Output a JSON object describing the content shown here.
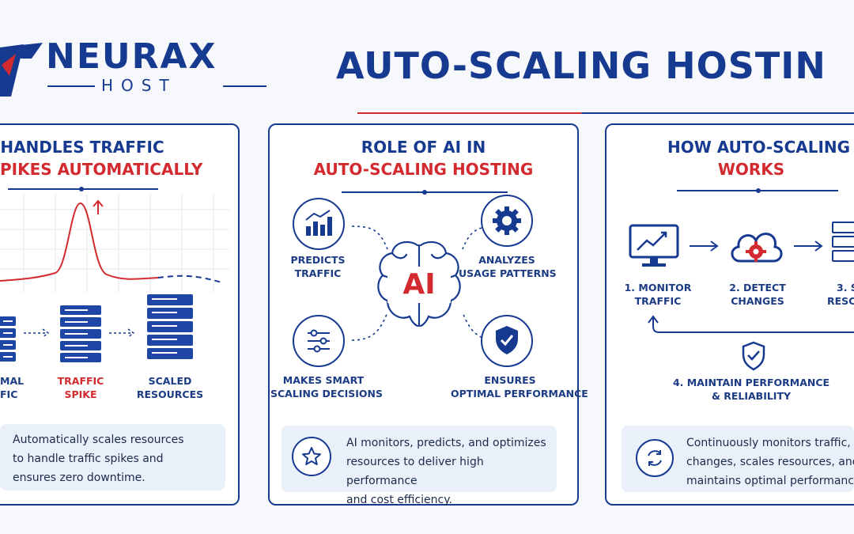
{
  "brand": {
    "name": "NEURAX",
    "sub": "HOST"
  },
  "page_title": "AUTO-SCALING HOSTIN",
  "colors": {
    "navy": "#173a91",
    "red": "#d32a2f",
    "panel": "#eaf0fa"
  },
  "cards": [
    {
      "title_line1": "HANDLES TRAFFIC",
      "title_line2": "PIKES AUTOMATICALLY",
      "stages": [
        {
          "label_line1": "MAL",
          "label_line2": "FIC"
        },
        {
          "label_line1": "TRAFFIC",
          "label_line2": "SPIKE"
        },
        {
          "label_line1": "SCALED",
          "label_line2": "RESOURCES"
        }
      ],
      "summary": [
        "Automatically scales resources",
        "to handle traffic spikes and",
        "ensures zero downtime."
      ]
    },
    {
      "title_line1": "ROLE OF AI IN",
      "title_line2": "AUTO-SCALING HOSTING",
      "center_label": "AI",
      "items": [
        {
          "icon": "bar-chart-icon",
          "label_line1": "PREDICTS",
          "label_line2": "TRAFFIC"
        },
        {
          "icon": "gear-icon",
          "label_line1": "ANALYZES",
          "label_line2": "USAGE PATTERNS"
        },
        {
          "icon": "sliders-icon",
          "label_line1": "MAKES SMART",
          "label_line2": "SCALING DECISIONS"
        },
        {
          "icon": "shield-check-icon",
          "label_line1": "ENSURES",
          "label_line2": "OPTIMAL PERFORMANCE"
        }
      ],
      "summary": [
        "AI monitors, predicts, and optimizes",
        "resources to deliver high performance",
        "and cost efficiency."
      ]
    },
    {
      "title_line1": "HOW AUTO-SCALING",
      "title_line2": "WORKS",
      "steps": [
        {
          "icon": "monitor-chart-icon",
          "label_line1": "1. MONITOR",
          "label_line2": "TRAFFIC"
        },
        {
          "icon": "cloud-gear-icon",
          "label_line1": "2. DETECT",
          "label_line2": "CHANGES"
        },
        {
          "icon": "server-icon",
          "label_line1": "3. S",
          "label_line2": "RESC"
        },
        {
          "icon": "shield-check-icon",
          "label_line1": "4. MAINTAIN PERFORMANCE",
          "label_line2": "& RELIABILITY"
        }
      ],
      "summary": [
        "Continuously monitors traffic, de",
        "changes, scales resources, and",
        "maintains optimal performance."
      ]
    }
  ]
}
